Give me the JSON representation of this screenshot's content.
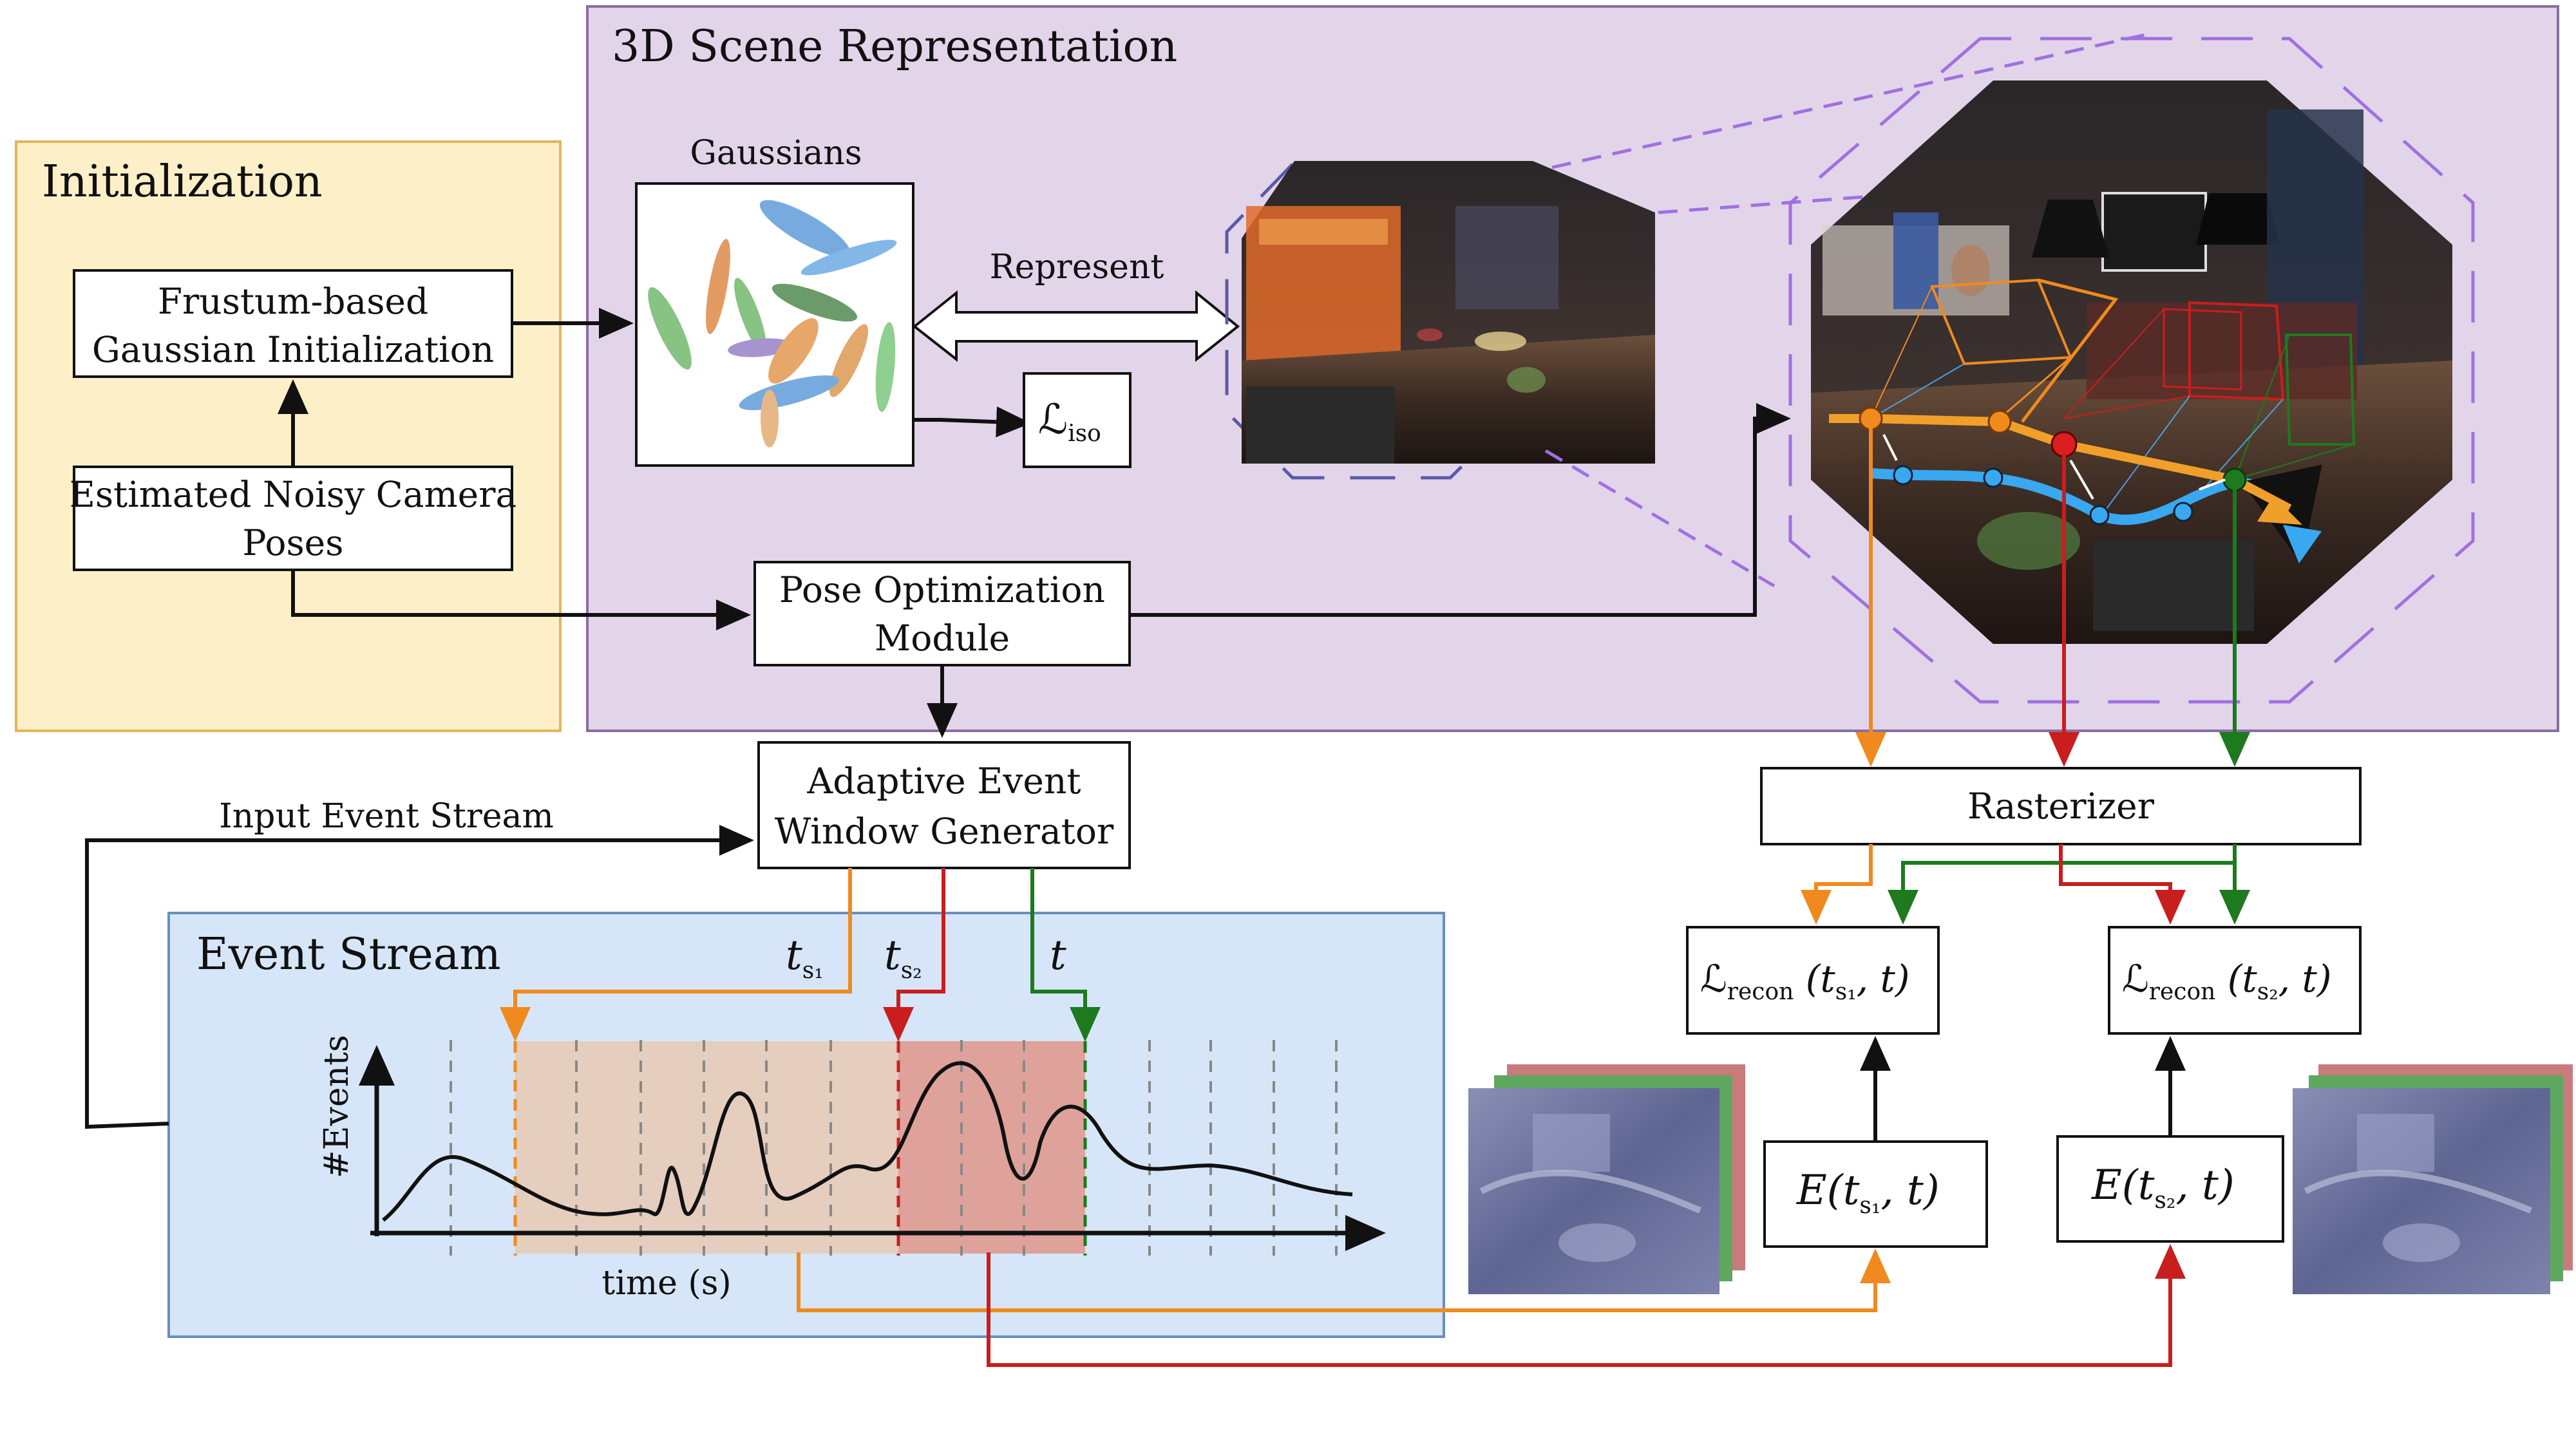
{
  "panels": {
    "scene": "3D Scene Representation",
    "init": "Initialization",
    "event_stream": "Event Stream"
  },
  "boxes": {
    "frustum": [
      "Frustum-based",
      "Gaussian Initialization"
    ],
    "noisy_poses": [
      "Estimated Noisy Camera",
      "Poses"
    ],
    "pose_opt": [
      "Pose Optimization",
      "Module"
    ],
    "window_gen": [
      "Adaptive Event",
      "Window Generator"
    ],
    "rasterizer": "Rasterizer"
  },
  "labels": {
    "gaussians": "Gaussians",
    "represent": "Represent",
    "input_event_stream": "Input Event Stream",
    "events_axis": "#Events",
    "time_axis": "time (s)"
  },
  "math": {
    "L": "ℒ",
    "iso": "iso",
    "recon": "recon",
    "E": "E",
    "t": "t",
    "s1": "s₁",
    "s2": "s₂"
  },
  "colors": {
    "init_fill": "#fdf0c8",
    "init_border": "#e3b55a",
    "scene_fill": "#e2d5ea",
    "scene_border": "#8a6e9e",
    "event_fill": "#d6e6f8",
    "event_border": "#6a8fc0",
    "orange": "#f08a1e",
    "red": "#c81e1e",
    "green": "#1e7a1e",
    "dashed_purple": "#a070e0",
    "window_orange_fill": "#e8c9b4",
    "window_red_fill": "#df9a90"
  }
}
